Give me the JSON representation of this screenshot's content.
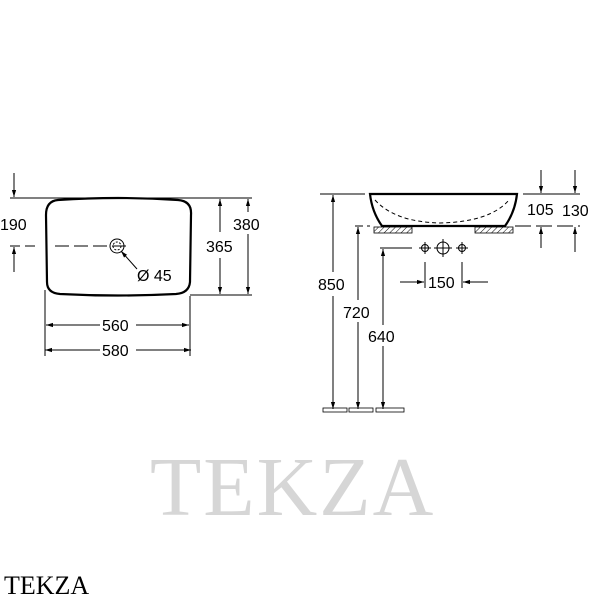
{
  "watermark": "TEKZA",
  "brand_label": "TEKZA",
  "top_view": {
    "dim_drain_offset": "190",
    "dim_inner_depth": "365",
    "dim_outer_depth": "380",
    "dim_drain_diameter": "Ø 45",
    "dim_inner_width": "560",
    "dim_outer_width": "580"
  },
  "side_view": {
    "dim_basin_height_inner": "105",
    "dim_basin_height_outer": "130",
    "dim_tap_spacing": "150",
    "dim_rim_height": "850",
    "dim_counter_height": "720",
    "dim_supply_height": "640"
  }
}
